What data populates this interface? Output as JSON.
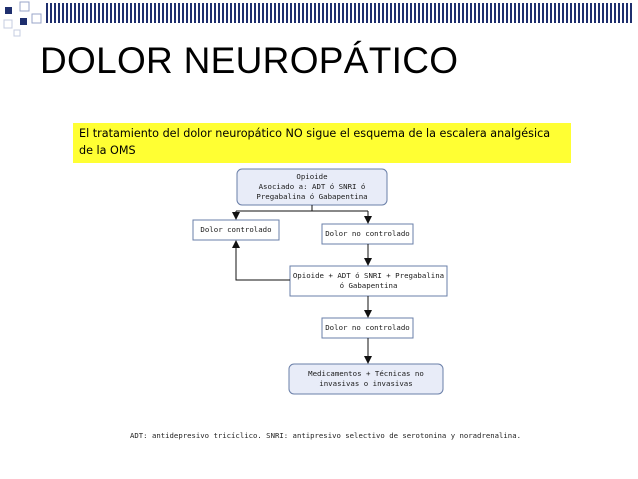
{
  "slide": {
    "title": "DOLOR NEUROPÁTICO",
    "accent_color": "#1f2f6e",
    "banner_color": "#ffff33"
  },
  "banner": {
    "text": "El tratamiento del dolor neuropático NO sigue el esquema de la escalera analgésica de la OMS"
  },
  "flowchart": {
    "nodes": {
      "opioide": "Opioide\nAsociado a: ADT ó SNRI ó\nPregabalina ó Gabapentina",
      "controlado": "Dolor controlado",
      "no_controlado_1": "Dolor no controlado",
      "combinacion": "Opioide + ADT ó SNRI + Pregabalina\nó Gabapentina",
      "no_controlado_2": "Dolor no controlado",
      "medicamentos": "Medicamentos + Técnicas no\ninvasivas o invasivas"
    },
    "colors": {
      "plain_fill": "#ffffff",
      "shaded_fill": "#e8ecf8",
      "border": "#6a7fa8",
      "arrow": "#111111"
    }
  },
  "footnote": "ADT: antidepresivo tricíclico. SNRI: antipresivo selectivo de serotonina y noradrenalina."
}
